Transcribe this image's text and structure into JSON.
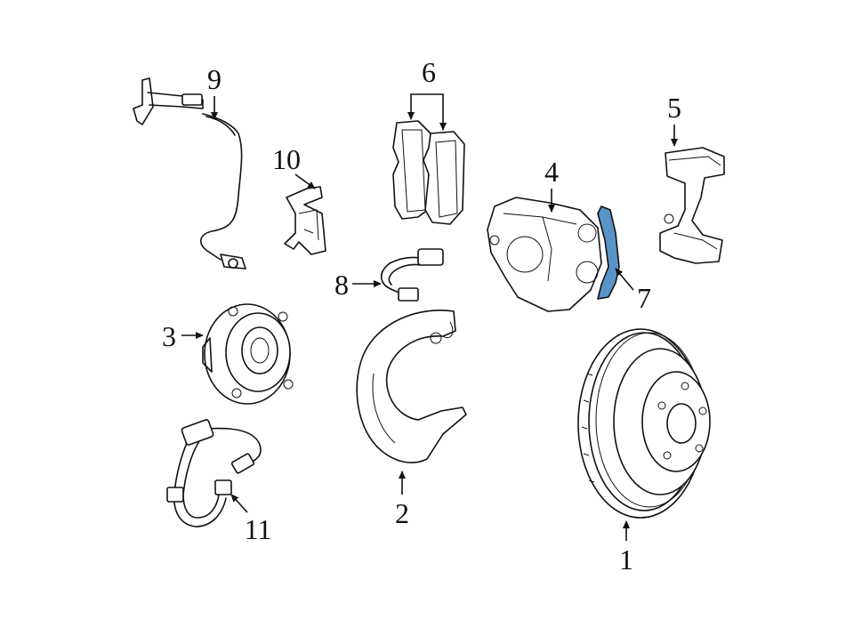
{
  "diagram": {
    "highlight_color": "#5a93c8",
    "line_color": "#111111",
    "background": "#ffffff",
    "callouts": [
      {
        "id": "1",
        "label": "1",
        "part": "brake-rotor"
      },
      {
        "id": "2",
        "label": "2",
        "part": "splash-shield"
      },
      {
        "id": "3",
        "label": "3",
        "part": "hub-bearing"
      },
      {
        "id": "4",
        "label": "4",
        "part": "caliper"
      },
      {
        "id": "5",
        "label": "5",
        "part": "caliper-support"
      },
      {
        "id": "6",
        "label": "6",
        "part": "brake-pads"
      },
      {
        "id": "7",
        "label": "7",
        "part": "pad-spring-clip"
      },
      {
        "id": "8",
        "label": "8",
        "part": "pad-wear-sensor"
      },
      {
        "id": "9",
        "label": "9",
        "part": "abs-wheel-sensor"
      },
      {
        "id": "10",
        "label": "10",
        "part": "mounting-bracket"
      },
      {
        "id": "11",
        "label": "11",
        "part": "brake-hose"
      }
    ]
  }
}
